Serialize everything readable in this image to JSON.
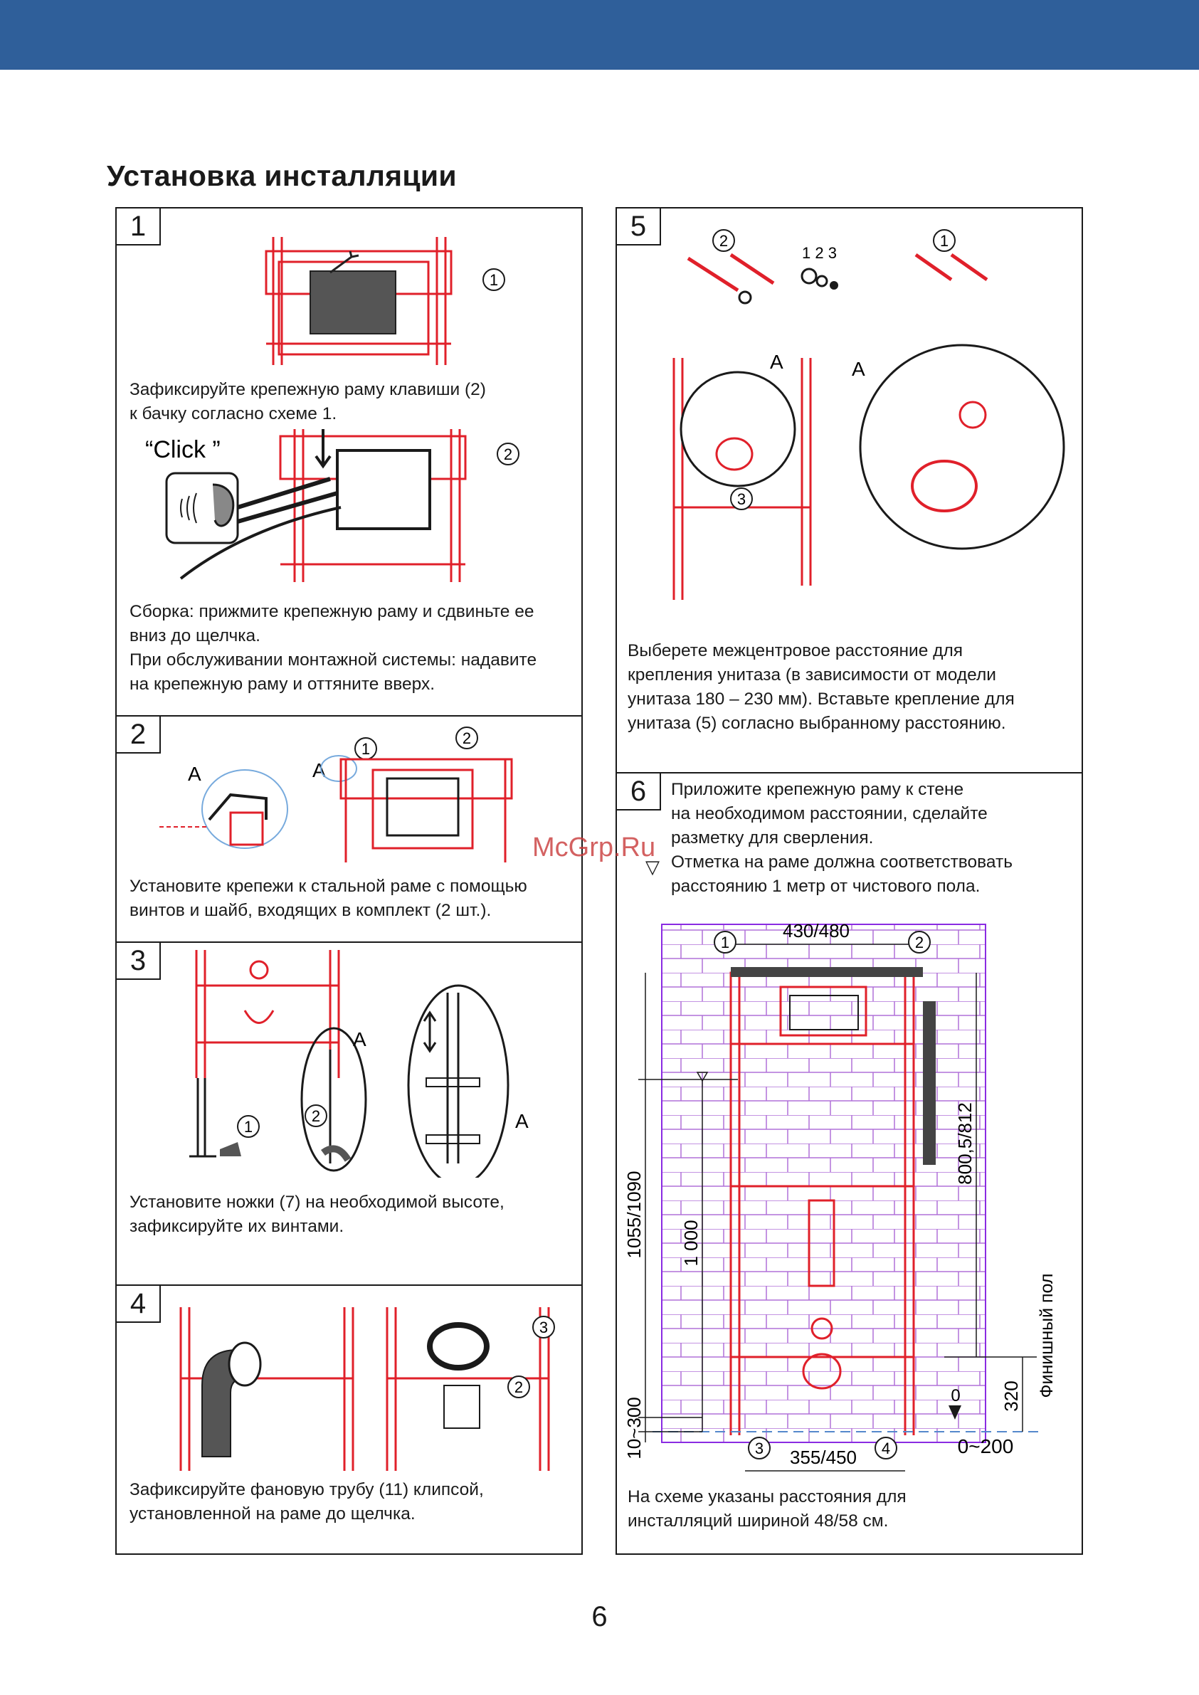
{
  "page": {
    "title": "Установка инсталляции",
    "page_number": "6",
    "watermark": "McGrp.Ru",
    "colors": {
      "header": "#2f5f9a",
      "frame": "#e0202a",
      "grid": "#8a2be2",
      "dark": "#3a3a3a"
    }
  },
  "steps": [
    {
      "number": "1",
      "callout_1": "1",
      "text_1": "Зафиксируйте крепежную раму клавиши (2)\nк бачку согласно схеме 1.",
      "click_label": "“Click ”",
      "callout_2": "2",
      "text_2": "Сборка: прижмите крепежную раму и сдвиньте ее\nвниз до щелчка.\nПри обслуживании монтажной системы: надавите\nна крепежную раму и оттяните вверх."
    },
    {
      "number": "2",
      "label_a1": "A",
      "label_a2": "A",
      "callout_1": "1",
      "callout_2": "2",
      "text": "Установите крепежи к стальной раме с помощью\nвинтов и шайб, входящих в комплект (2 шт.)."
    },
    {
      "number": "3",
      "callout_1": "1",
      "callout_2": "2",
      "label_a1": "A",
      "label_a2": "A",
      "text": "Установите ножки (7) на необходимой высоте,\nзафиксируйте их винтами."
    },
    {
      "number": "4",
      "callout_2": "2",
      "callout_3": "3",
      "text": "Зафиксируйте фановую трубу (11) клипсой,\nустановленной на раме до щелчка."
    },
    {
      "number": "5",
      "callout_2": "2",
      "callout_1": "1",
      "callout_3": "3",
      "parts_123": "1 2 3",
      "label_a1": "A",
      "label_a2": "A",
      "text": "Выберете межцентровое расстояние для\nкрепления унитаза (в зависимости от модели\nунитаза 180 – 230 мм). Вставьте крепление для\nунитаза (5) согласно выбранному расстоянию."
    },
    {
      "number": "6",
      "intro": "Приложите крепежную раму к стене\nна необходимом расстоянии, сделайте\nразметку для сверления.",
      "note": "Отметка  на раме должна соответствовать\nрасстоянию 1 метр от чистового пола.",
      "dims": {
        "top_width": "430/480",
        "total_height": "1055/1090",
        "mark_height": "1 000",
        "right_height": "800,5/812",
        "floor_offset": "10~300",
        "bottom_width": "355/450",
        "outlet_height": "320",
        "floor_label": "Финишный пол",
        "zero": "0",
        "range": "0~200",
        "c1": "1",
        "c2": "2",
        "c3": "3",
        "c4": "4"
      },
      "text": "На схеме указаны расстояния для\nинсталляций шириной 48/58 см."
    }
  ]
}
